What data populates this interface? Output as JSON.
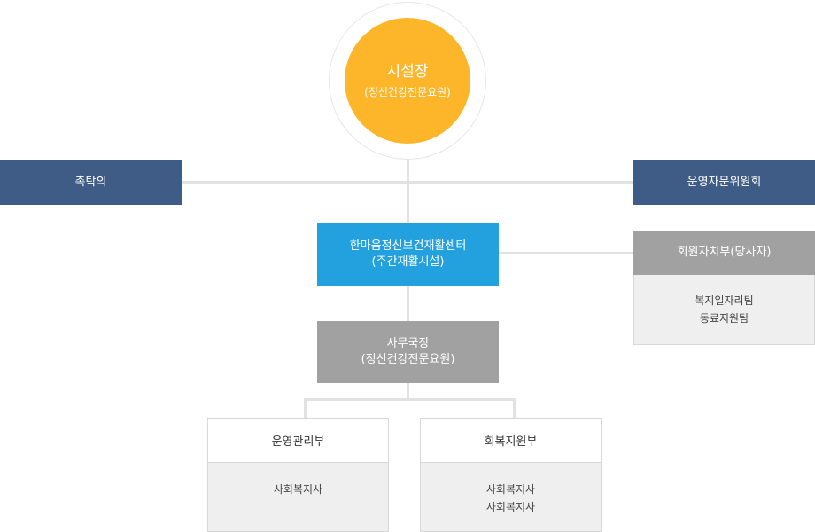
{
  "director": {
    "title": "시설장",
    "subtitle": "(정신건강전문요원)"
  },
  "left_panel": {
    "label": "촉탁의"
  },
  "right_panel": {
    "label": "운영자문위원회"
  },
  "center": {
    "line1": "한마음정신보건재활센터",
    "line2": "(주간재활시설)"
  },
  "council": {
    "title": "회원자치부(당사자)",
    "teams": [
      "복지일자리팀",
      "동료지원팀"
    ]
  },
  "secretary": {
    "line1": "사무국장",
    "line2": "(정신건강전문요원)"
  },
  "departments": [
    {
      "name": "운영관리부",
      "staff": [
        "사회복지사"
      ]
    },
    {
      "name": "회복지원부",
      "staff": [
        "사회복지사",
        "사회복지사"
      ]
    }
  ],
  "colors": {
    "director": "#fdb52a",
    "navy": "#3e5c86",
    "center": "#22a1de",
    "gray": "#a1a1a1",
    "connector": "#e2e2e2"
  }
}
